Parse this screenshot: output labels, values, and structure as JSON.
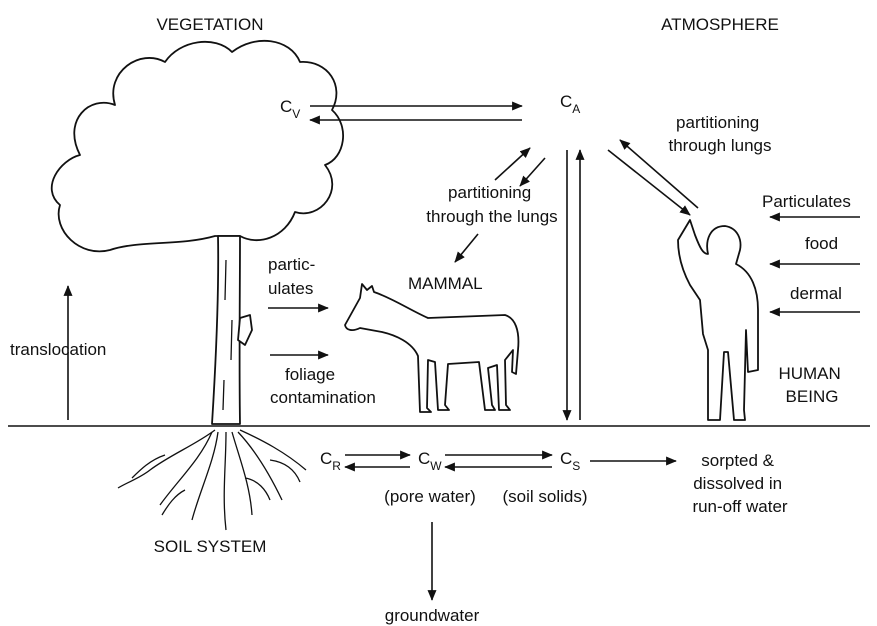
{
  "regions": {
    "vegetation": "VEGETATION",
    "atmosphere": "ATMOSPHERE",
    "soil_system": "SOIL SYSTEM"
  },
  "compartments": {
    "vegetation": {
      "main": "C",
      "sub": "V"
    },
    "atmosphere": {
      "main": "C",
      "sub": "A"
    },
    "roots": {
      "main": "C",
      "sub": "R"
    },
    "pore_water": {
      "main": "C",
      "sub": "W"
    },
    "soil_solids": {
      "main": "C",
      "sub": "S"
    }
  },
  "labels": {
    "pore_water": "(pore water)",
    "soil_solids": "(soil solids)",
    "partitioning_lungs": [
      "partitioning",
      "through lungs"
    ],
    "partitioning_the_lungs": [
      "partitioning",
      "through the lungs"
    ],
    "particulates_right": "Particulates",
    "food": "food",
    "dermal": "dermal",
    "mammal": "MAMMAL",
    "human_being": [
      "HUMAN",
      "BEING"
    ],
    "particulates_left": [
      "partic-",
      "ulates"
    ],
    "foliage": [
      "foliage",
      "contamination"
    ],
    "translocation": "translocation",
    "runoff": [
      "sorpted &",
      "dissolved in",
      "run-off water"
    ],
    "groundwater": "groundwater"
  }
}
